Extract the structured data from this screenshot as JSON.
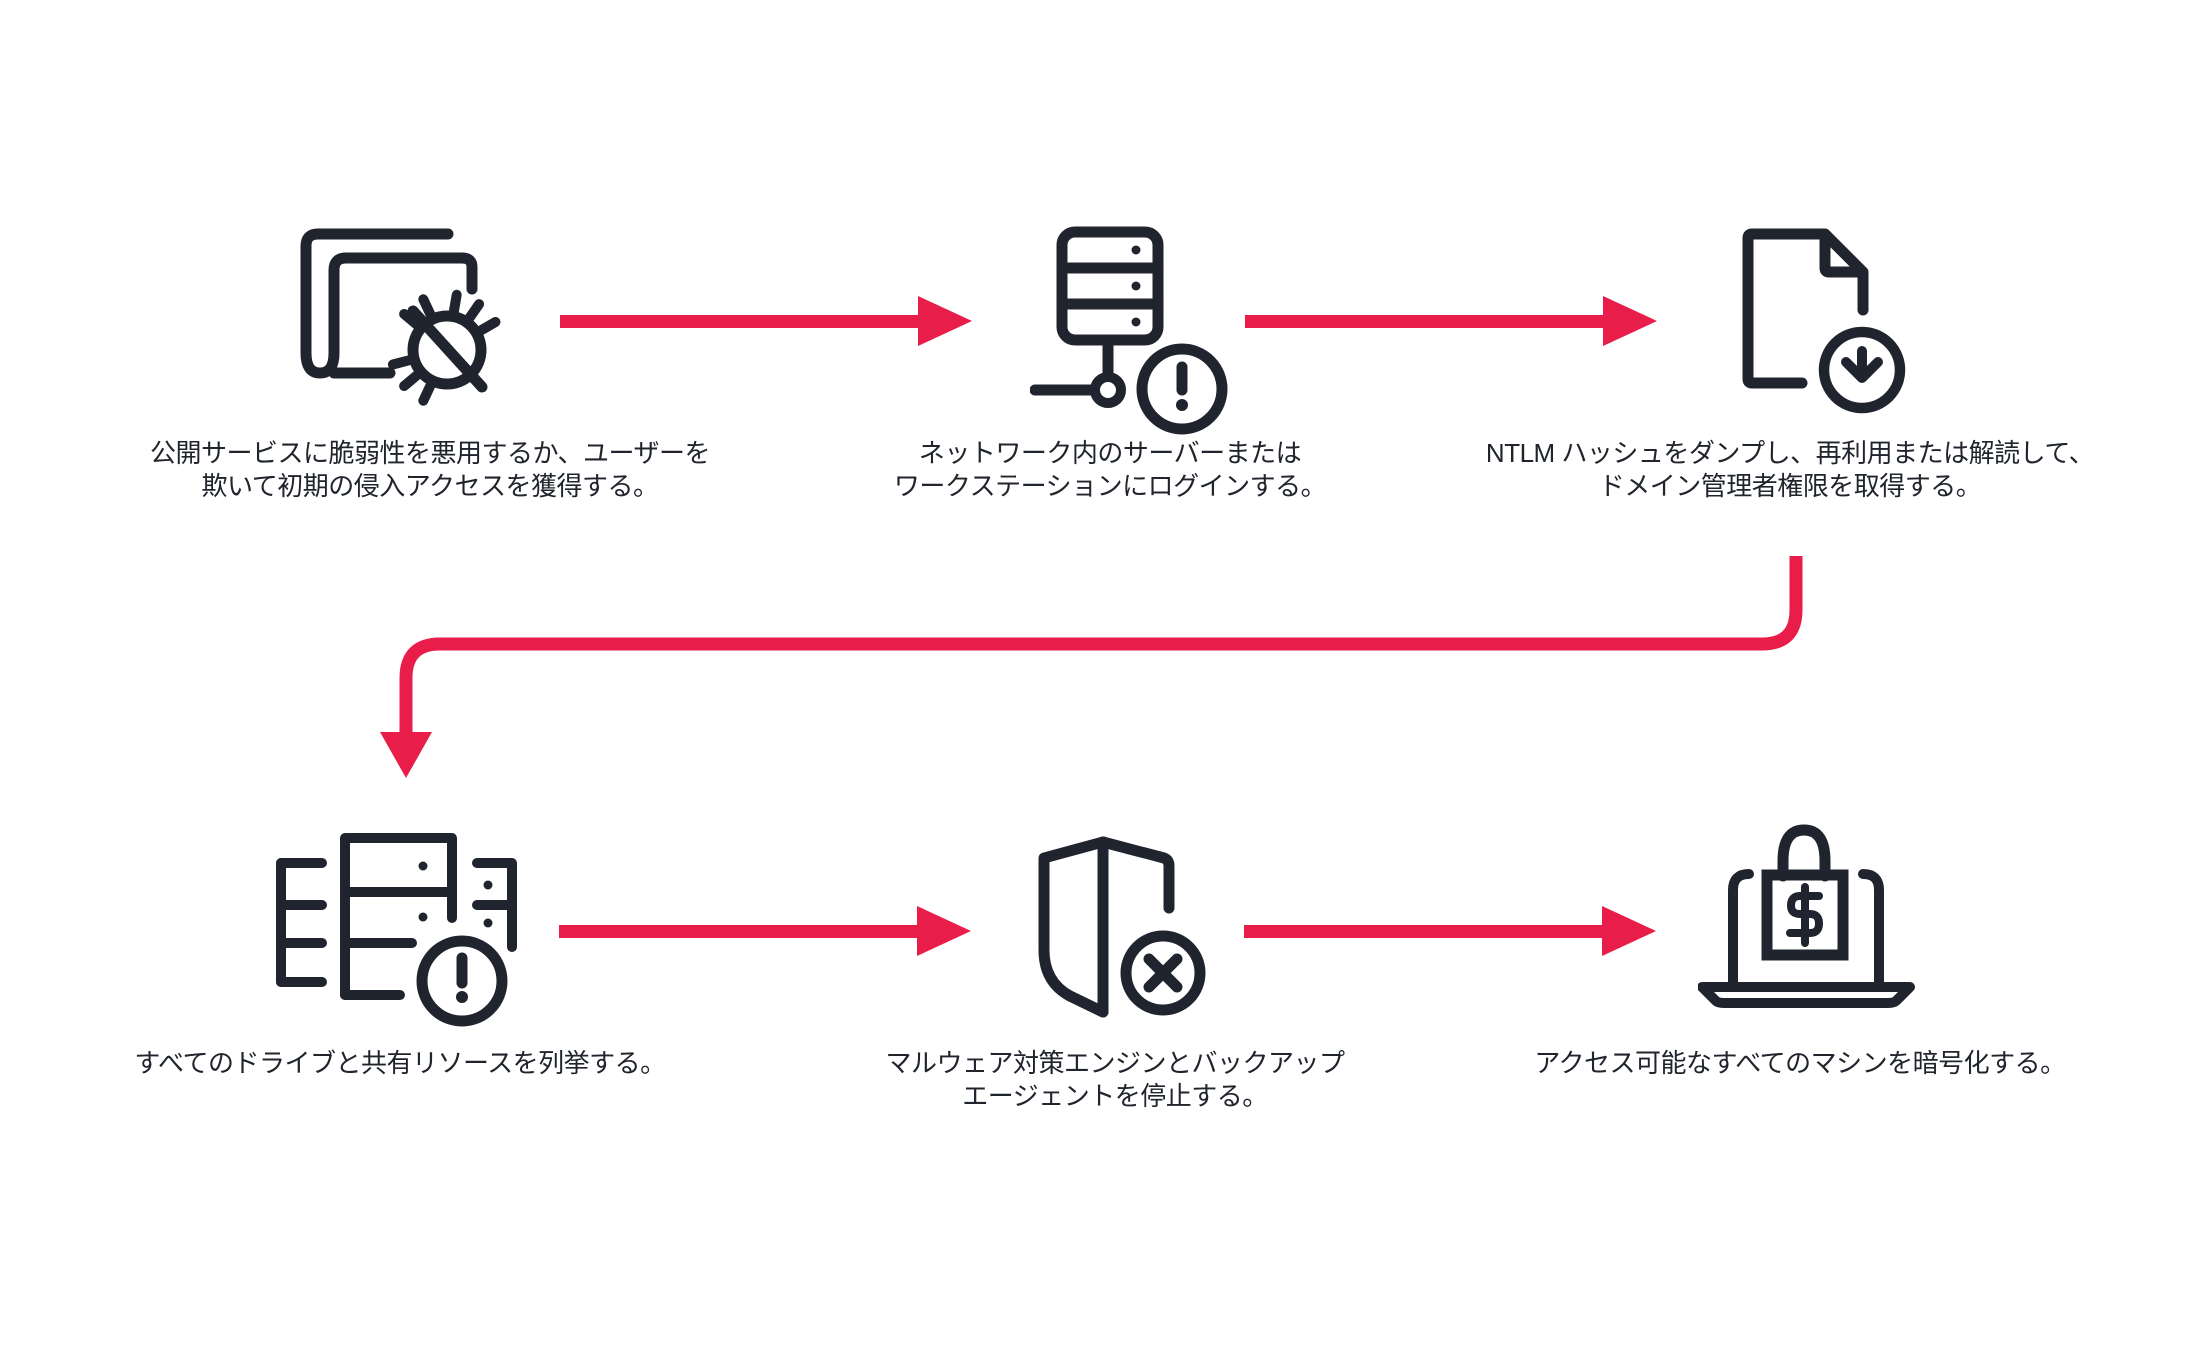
{
  "colors": {
    "arrow_red": "#E91D49",
    "icon_dark": "#20242E",
    "text": "#20242C",
    "background": "#FFFFFF"
  },
  "diagram": {
    "kind": "attack-chain-flow",
    "rows": 2,
    "steps": [
      {
        "id": 1,
        "icon": "document-bug-icon",
        "lines": [
          "公開サービスに脆弱性を悪用するか、ユーザーを",
          "欺いて初期の侵入アクセスを獲得する。"
        ]
      },
      {
        "id": 2,
        "icon": "server-network-alert-icon",
        "lines": [
          "ネットワーク内のサーバーまたは",
          "ワークステーションにログインする。"
        ]
      },
      {
        "id": 3,
        "icon": "file-download-icon",
        "lines": [
          "NTLM ハッシュをダンプし、再利用または解読して、",
          "ドメイン管理者権限を取得する。"
        ]
      },
      {
        "id": 4,
        "icon": "drives-alert-icon",
        "lines": [
          "すべてのドライブと共有リソースを列挙する。",
          ""
        ]
      },
      {
        "id": 5,
        "icon": "shield-disabled-icon",
        "lines": [
          "マルウェア対策エンジンとバックアップ",
          "エージェントを停止する。"
        ]
      },
      {
        "id": 6,
        "icon": "laptop-ransom-lock-icon",
        "lines": [
          "アクセス可能なすべてのマシンを暗号化する。",
          ""
        ]
      }
    ]
  }
}
